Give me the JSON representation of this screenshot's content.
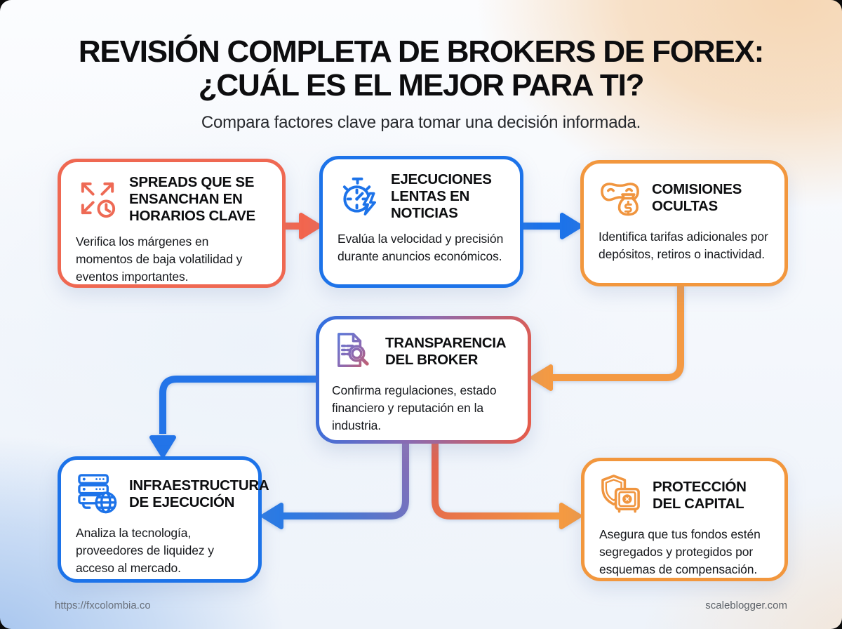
{
  "header": {
    "title_line1": "REVISIÓN COMPLETA DE BROKERS DE FOREX:",
    "title_line2": "¿CUÁL ES EL MEJOR PARA TI?",
    "subtitle": "Compara factores clave para tomar una decisión informada."
  },
  "cards": [
    {
      "id": "spreads",
      "icon": "expand-arrows-clock-icon",
      "accent": "#EF6852",
      "title": "SPREADS QUE SE ENSANCHAN EN HORARIOS CLAVE",
      "body": "Verifica los márgenes en momentos de baja volatilidad y eventos importantes."
    },
    {
      "id": "ejecuciones-lentas",
      "icon": "stopwatch-lightning-icon",
      "accent": "#1D73E9",
      "title": "EJECUCIONES LENTAS EN NOTICIAS",
      "body": "Evalúa la velocidad y precisión durante anuncios económicos."
    },
    {
      "id": "comisiones-ocultas",
      "icon": "mask-money-icon",
      "accent": "#F2973E",
      "title": "COMISIONES OCULTAS",
      "body": "Identifica tarifas adicionales por depósitos, retiros o inactividad."
    },
    {
      "id": "transparencia",
      "icon": "document-magnifier-icon",
      "accent": "gradient-blue-red",
      "title": "TRANSPARENCIA DEL BROKER",
      "body": "Confirma regulaciones, estado financiero y reputación en la industria."
    },
    {
      "id": "infraestructura",
      "icon": "server-globe-icon",
      "accent": "#1D73E9",
      "title": "INFRAESTRUCTURA DE EJECUCIÓN",
      "body": "Analiza la tecnología, proveedores de liquidez y acceso al mercado."
    },
    {
      "id": "proteccion-capital",
      "icon": "shield-safe-icon",
      "accent": "#F2973E",
      "title": "PROTECCIÓN DEL CAPITAL",
      "body": "Asegura que tus fondos estén segregados y protegidos por esquemas de compensación."
    }
  ],
  "footer": {
    "left": "https://fxcolombia.co",
    "right": "scaleblogger.com"
  },
  "colors": {
    "coral": "#EF6852",
    "blue": "#1D73E9",
    "orange": "#F2973E",
    "purple": "#8A6FB5",
    "title_text": "#0D0D0F",
    "body_text": "#16181C",
    "bg_peach": "#F6D7B5",
    "bg_blue": "#A5C4EE"
  }
}
